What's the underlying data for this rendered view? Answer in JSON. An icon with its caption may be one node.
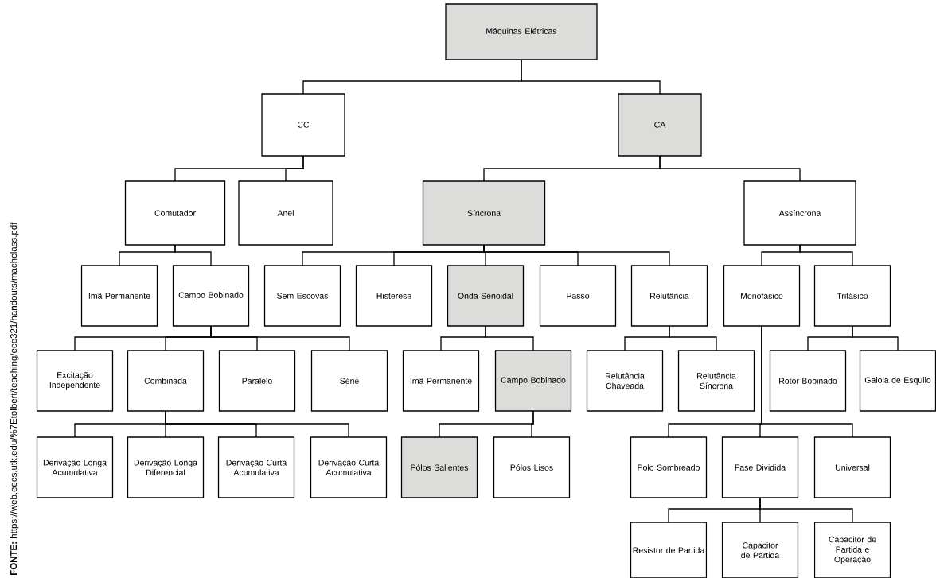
{
  "diagram": {
    "nodes": [
      {
        "text": [
          "Máquinas Elétricas"
        ]
      },
      {
        "text": [
          "CC"
        ]
      },
      {
        "text": [
          "CA"
        ]
      },
      {
        "text": [
          "Comutador"
        ]
      },
      {
        "text": [
          "Anel"
        ]
      },
      {
        "text": [
          "Síncrona"
        ]
      },
      {
        "text": [
          "Assíncrona"
        ]
      },
      {
        "text": [
          "Imã Permanente"
        ]
      },
      {
        "text": [
          "Campo Bobinado"
        ]
      },
      {
        "text": [
          "Sem Escovas"
        ]
      },
      {
        "text": [
          "Histerese"
        ]
      },
      {
        "text": [
          "Onda Senoidal"
        ]
      },
      {
        "text": [
          "Passo"
        ]
      },
      {
        "text": [
          "Relutância"
        ]
      },
      {
        "text": [
          "Monofásico"
        ]
      },
      {
        "text": [
          "Trifásico"
        ]
      },
      {
        "text": [
          "Excitação Independente"
        ]
      },
      {
        "text": [
          "Combinada"
        ]
      },
      {
        "text": [
          "Paralelo"
        ]
      },
      {
        "text": [
          "Série"
        ]
      },
      {
        "text": [
          "Imã Permanente"
        ]
      },
      {
        "text": [
          "Campo Bobinado"
        ]
      },
      {
        "text": [
          "Relutância Chaveada"
        ]
      },
      {
        "text": [
          "Relutância Síncrona"
        ]
      },
      {
        "text": [
          "Rotor Bobinado"
        ]
      },
      {
        "text": [
          "Gaiola de Esquilo"
        ]
      },
      {
        "text": [
          "Derivação Longa Acumulativa"
        ]
      },
      {
        "text": [
          "Derivação Longa Diferencial"
        ]
      },
      {
        "text": [
          "Derivação Curta Acumulativa"
        ]
      },
      {
        "text": [
          "Derivação Curta Acumulativa"
        ]
      },
      {
        "text": [
          "Pólos Salientes"
        ]
      },
      {
        "text": [
          "Pólos Lisos"
        ]
      },
      {
        "text": [
          "Polo Sombreado"
        ]
      },
      {
        "text": [
          "Fase Dividida"
        ]
      },
      {
        "text": [
          "Universal"
        ]
      },
      {
        "text": [
          "Resistor de Partida"
        ]
      },
      {
        "text": [
          "Capacitor de Partida"
        ]
      },
      {
        "text": [
          "Capacitor de Partida e Operação"
        ]
      }
    ],
    "edges": [
      {
        "from": 0,
        "to": 1,
        "arrow": "none"
      },
      {
        "from": 0,
        "to": 2,
        "arrow": "none"
      },
      {
        "from": 1,
        "to": 3,
        "arrow": "none"
      },
      {
        "from": 1,
        "to": 4,
        "arrow": "none"
      },
      {
        "from": 2,
        "to": 5,
        "arrow": "none"
      },
      {
        "from": 2,
        "to": 6,
        "arrow": "none"
      },
      {
        "from": 3,
        "to": 7,
        "arrow": "none"
      },
      {
        "from": 3,
        "to": 8,
        "arrow": "none"
      },
      {
        "from": 5,
        "to": 9,
        "arrow": "none"
      },
      {
        "from": 5,
        "to": 10,
        "arrow": "none"
      },
      {
        "from": 5,
        "to": 11,
        "arrow": "none"
      },
      {
        "from": 5,
        "to": 12,
        "arrow": "none"
      },
      {
        "from": 5,
        "to": 13,
        "arrow": "none"
      },
      {
        "from": 6,
        "to": 14,
        "arrow": "none"
      },
      {
        "from": 6,
        "to": 15,
        "arrow": "none"
      },
      {
        "from": 8,
        "to": 16,
        "arrow": "none"
      },
      {
        "from": 8,
        "to": 17,
        "arrow": "none"
      },
      {
        "from": 8,
        "to": 18,
        "arrow": "none"
      },
      {
        "from": 8,
        "to": 19,
        "arrow": "none"
      },
      {
        "from": 11,
        "to": 20,
        "arrow": "none"
      },
      {
        "from": 11,
        "to": 21,
        "arrow": "none"
      },
      {
        "from": 13,
        "to": 22,
        "arrow": "none"
      },
      {
        "from": 13,
        "to": 23,
        "arrow": "none"
      },
      {
        "from": 15,
        "to": 24,
        "arrow": "none"
      },
      {
        "from": 15,
        "to": 25,
        "arrow": "none"
      },
      {
        "from": 17,
        "to": 26,
        "arrow": "none"
      },
      {
        "from": 17,
        "to": 27,
        "arrow": "none"
      },
      {
        "from": 17,
        "to": 28,
        "arrow": "none"
      },
      {
        "from": 17,
        "to": 29,
        "arrow": "none"
      },
      {
        "from": 21,
        "to": 30,
        "arrow": "none"
      },
      {
        "from": 21,
        "to": 31,
        "arrow": "none"
      },
      {
        "from": 14,
        "to": 32,
        "arrow": "none"
      },
      {
        "from": 14,
        "to": 33,
        "arrow": "none"
      },
      {
        "from": 14,
        "to": 34,
        "arrow": "none"
      },
      {
        "from": 33,
        "to": 35,
        "arrow": "none"
      },
      {
        "from": 33,
        "to": 36,
        "arrow": "none"
      },
      {
        "from": 33,
        "to": 37,
        "arrow": "none"
      }
    ],
    "labels": [
      "**FONTE:** https://web.eecs.utk.edu/%7Etolbert/teaching/ece321/handouts/machclass.pdf"
    ]
  }
}
